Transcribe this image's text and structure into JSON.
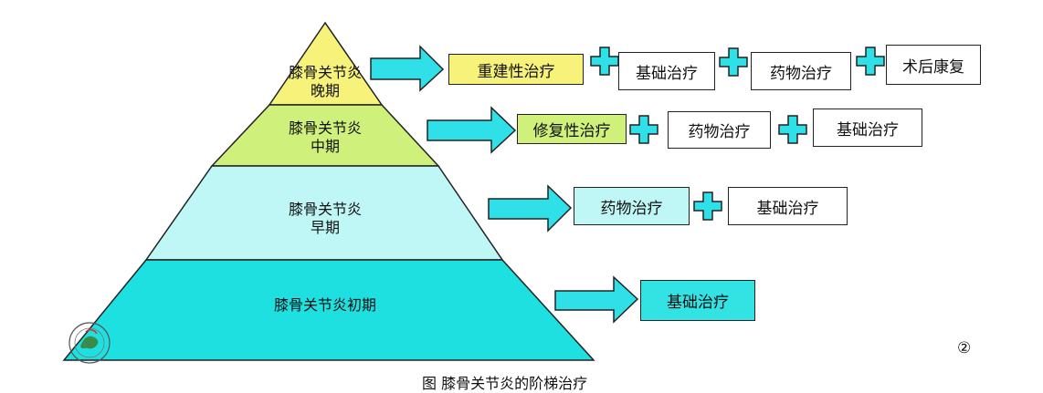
{
  "colors": {
    "tier1": "#F7F37A",
    "tier2": "#CFF07A",
    "tier3": "#BFF6F6",
    "tier4": "#1FE0E0",
    "arrow": "#2FE0E8",
    "plus": "#2FE0E8",
    "box_yellow": "#F7F37A",
    "box_green": "#CFF07A",
    "box_cyan_light": "#BFF6F6",
    "box_cyan": "#33E3E3"
  },
  "pyramid": {
    "tier1": {
      "line1": "膝骨关节炎",
      "line2": "晚期"
    },
    "tier2": {
      "line1": "膝骨关节炎",
      "line2": "中期"
    },
    "tier3": {
      "line1": "膝骨关节炎",
      "line2": "早期"
    },
    "tier4": {
      "line1": "膝骨关节炎初期"
    }
  },
  "rows": {
    "row1": [
      "重建性治疗",
      "基础治疗",
      "药物治疗",
      "术后康复"
    ],
    "row2": [
      "修复性治疗",
      "药物治疗",
      "基础治疗"
    ],
    "row3": [
      "药物治疗",
      "基础治疗"
    ],
    "row4": [
      "基础治疗"
    ]
  },
  "figure_number": "②",
  "caption": "图 膝骨关节炎的阶梯治疗"
}
